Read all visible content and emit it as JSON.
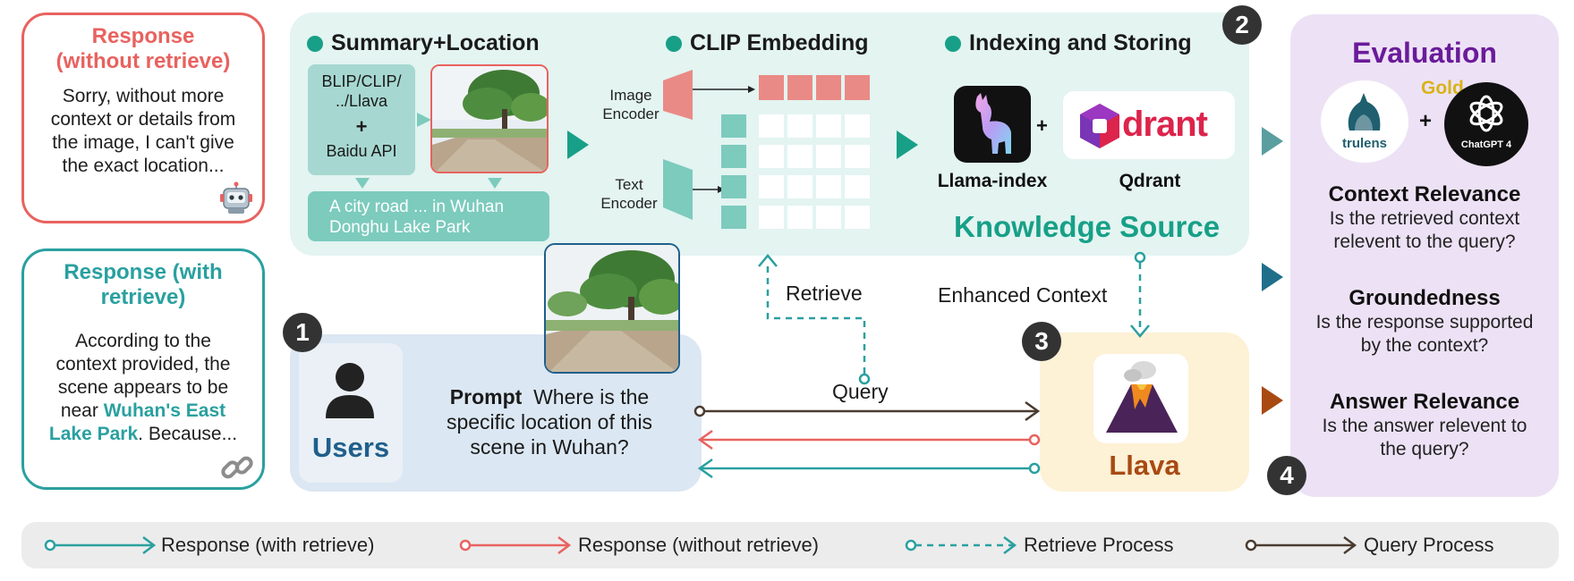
{
  "response_without": {
    "title_line1": "Response",
    "title_line2": "(without retrieve)",
    "body": [
      "Sorry, without more",
      "context or details from",
      "the image, I can't give",
      "the exact location..."
    ]
  },
  "response_with": {
    "title_line1": "Response (with",
    "title_line2": "retrieve)",
    "body_lines": [
      "According to the",
      "context provided, the",
      "scene appears to be"
    ],
    "body_line4_prefix": "near ",
    "highlight_1": "Wuhan's East",
    "highlight_2": "Lake Park",
    "body_suffix": ". Because..."
  },
  "knowledge": {
    "summary_title": "Summary+Location",
    "models_text": [
      "BLIP/CLIP/",
      "../Llava"
    ],
    "plus": "+",
    "baidu": "Baidu API",
    "caption": [
      "A city road ... in Wuhan",
      "Donghu Lake Park"
    ],
    "clip_title": "CLIP Embedding",
    "image_encoder": [
      "Image",
      "Encoder"
    ],
    "text_encoder": [
      "Text",
      "Encoder"
    ],
    "indexing_title": "Indexing and Storing",
    "llama_label": "Llama-index",
    "qdrant_label": "Qdrant",
    "qdrant_logo_text": "drant",
    "plus2": "+",
    "source_label": "Knowledge Source"
  },
  "flow": {
    "retrieve": "Retrieve",
    "enhanced": "Enhanced Context",
    "query": "Query"
  },
  "users": {
    "label": "Users",
    "prompt_bold": "Prompt",
    "prompt_lines": [
      "Where is the",
      "specific location of this",
      "scene in Wuhan?"
    ]
  },
  "llava": {
    "label": "Llava"
  },
  "evaluation": {
    "title": "Evaluation",
    "gold": "Gold",
    "trulens": "trulens",
    "chatgpt": "ChatGPT 4",
    "plus": "+",
    "metrics": [
      {
        "title": "Context Relevance",
        "q": [
          "Is the retrieved context",
          "relevent to the query?"
        ]
      },
      {
        "title": "Groundedness",
        "q": [
          "Is the response supported",
          "by the context?"
        ]
      },
      {
        "title": "Answer Relevance",
        "q": [
          "Is the answer relevent to",
          "the query?"
        ]
      }
    ]
  },
  "badges": [
    "1",
    "2",
    "3",
    "4"
  ],
  "legend": {
    "with": "Response (with retrieve)",
    "without": "Response (without retrieve)",
    "retrieve": "Retrieve Process",
    "query": "Query Process"
  },
  "colors": {
    "red": "#e8625f",
    "teal": "#2aa0a0",
    "dark": "#4a3b2f",
    "green": "#17a087",
    "purple": "#6a1b9a",
    "llava": "#a84a12"
  }
}
